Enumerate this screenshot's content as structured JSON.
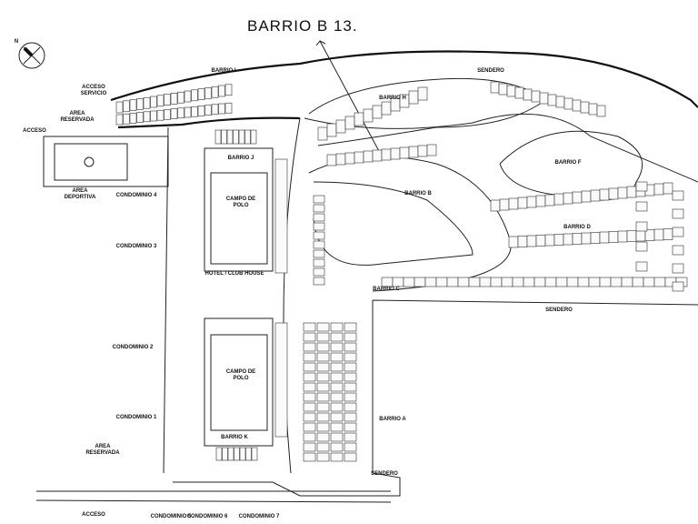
{
  "annotation": "BARRIO B 13.",
  "labels": {
    "sendero_top": "SENDERO",
    "barrio_i": "BARRIO I",
    "acceso_servicio_1": "ACCESO",
    "acceso_servicio_2": "SERVICIO",
    "area_reservada_1a": "AREA",
    "area_reservada_1b": "RESERVADA",
    "acceso_1": "ACCESO",
    "area_deportiva_1": "AREA",
    "area_deportiva_2": "DEPORTIVA",
    "condominio_4": "CONDOMINIO 4",
    "barrio_j": "BARRIO J",
    "campo_polo_1a": "CAMPO DE",
    "campo_polo_1b": "POLO",
    "condominio_3": "CONDOMINIO 3",
    "hotel": "HOTEL / CLUB HOUSE",
    "barrio_h": "BARRIO H",
    "barrio_b": "BARRIO B",
    "barrio_f": "BARRIO F",
    "barrio_d": "BARRIO D",
    "barrio_c": "BARRIO C",
    "sendero_mid": "SENDERO",
    "condominio_2": "CONDOMINIO 2",
    "campo_polo_2a": "CAMPO DE",
    "campo_polo_2b": "POLO",
    "condominio_1": "CONDOMINIO 1",
    "barrio_k": "BARRIO K",
    "barrio_a": "BARRIO A",
    "area_reservada_2a": "AREA",
    "area_reservada_2b": "RESERVADA",
    "sendero_bottom": "SENDERO",
    "acceso_2": "ACCESO",
    "condominio_5": "CONDOMINIO 5",
    "condominio_6": "CONDOMINIO 6",
    "condominio_7": "CONDOMINIO 7"
  },
  "compass": "N"
}
